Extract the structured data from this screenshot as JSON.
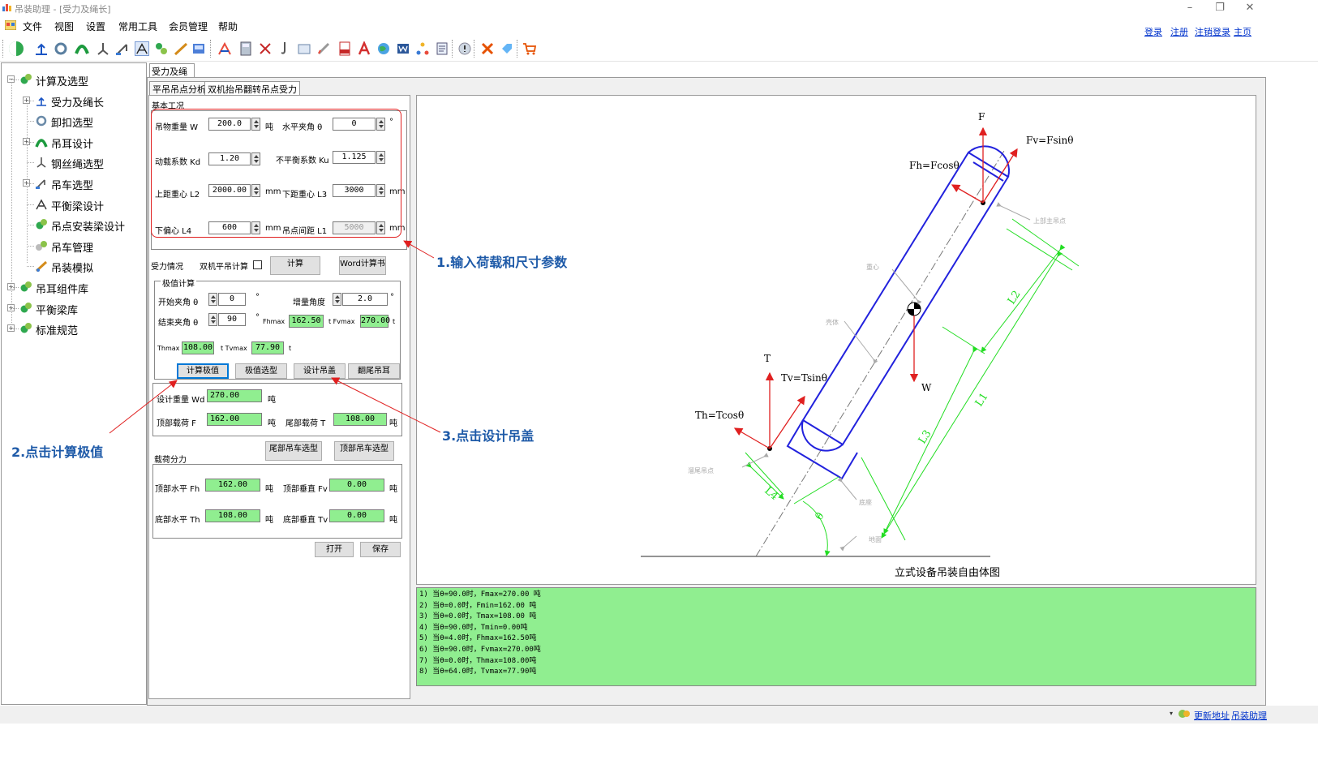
{
  "window": {
    "title": "吊装助理 - [受力及绳长]",
    "minimize": "–",
    "maximize": "❐",
    "close": "✕"
  },
  "menu": [
    "文件",
    "视图",
    "设置",
    "常用工具",
    "会员管理",
    "帮助"
  ],
  "toplinks": [
    "登录",
    "注册",
    "注销登录",
    "主页"
  ],
  "tree": {
    "items": [
      {
        "label": "计算及选型",
        "level": 0,
        "expander": "−",
        "icon": "puzzle-icon"
      },
      {
        "label": "受力及绳长",
        "level": 1,
        "expander": "+",
        "icon": "force-icon"
      },
      {
        "label": "卸扣选型",
        "level": 1,
        "expander": "",
        "icon": "shackle-icon"
      },
      {
        "label": "吊耳设计",
        "level": 1,
        "expander": "+",
        "icon": "lug-icon"
      },
      {
        "label": "钢丝绳选型",
        "level": 1,
        "expander": "",
        "icon": "rope-icon"
      },
      {
        "label": "吊车选型",
        "level": 1,
        "expander": "+",
        "icon": "crane-icon"
      },
      {
        "label": "平衡梁设计",
        "level": 1,
        "expander": "",
        "icon": "beam-icon"
      },
      {
        "label": "吊点安装梁设计",
        "level": 1,
        "expander": "",
        "icon": "puzzle-icon"
      },
      {
        "label": "吊车管理",
        "level": 1,
        "expander": "",
        "icon": "crane-manage-icon"
      },
      {
        "label": "吊装模拟",
        "level": 1,
        "expander": "",
        "icon": "simulate-icon"
      },
      {
        "label": "吊耳组件库",
        "level": 0,
        "expander": "+",
        "icon": "puzzle-icon"
      },
      {
        "label": "平衡梁库",
        "level": 0,
        "expander": "+",
        "icon": "puzzle-icon"
      },
      {
        "label": "标准规范",
        "level": 0,
        "expander": "+",
        "icon": "puzzle-icon"
      }
    ]
  },
  "tabs": {
    "top": "受力及绳长",
    "sub": [
      "平吊吊点分析",
      "双机抬吊翻转吊点受力"
    ]
  },
  "basic": {
    "group": "基本工况",
    "weight_label": "吊物重量 W",
    "weight": "200.0",
    "weight_unit": "吨",
    "angle_label": "水平夹角 θ",
    "angle": "0",
    "angle_unit": "°",
    "kd_label": "动载系数 Kd",
    "kd": "1.20",
    "ku_label": "不平衡系数 Ku",
    "ku": "1.125",
    "l2_label": "上距重心 L2",
    "l2": "2000.00",
    "l2_unit": "mm",
    "l3_label": "下距重心 L3",
    "l3": "3000",
    "l3_unit": "mm",
    "l4_label": "下偏心 L4",
    "l4": "600",
    "l4_unit": "mm",
    "l1_label": "吊点间距 L1",
    "l1": "5000",
    "l1_unit": "mm"
  },
  "force": {
    "label": "受力情况",
    "dual_label": "双机平吊计算",
    "calc_btn": "计算",
    "word_btn": "Word计算书"
  },
  "extreme": {
    "group": "极值计算",
    "start_label": "开始夹角 θ",
    "start": "0",
    "start_unit": "°",
    "inc_label": "增量角度",
    "inc": "2.0",
    "inc_unit": "°",
    "end_label": "结束夹角 θ",
    "end": "90",
    "end_unit": "°",
    "fhmax_label": "Fhmax",
    "fhmax": "162.50",
    "fvmax_label": "t Fvmax",
    "fvmax": "270.00",
    "fv_unit": "t",
    "thmax_label": "Thmax",
    "thmax": "108.00",
    "tvmax_label": "t Tvmax",
    "tvmax": "77.90",
    "tv_unit": "t",
    "btn_calc": "计算极值",
    "btn_select": "极值选型",
    "btn_design": "设计吊盖",
    "btn_tail": "翻尾吊耳"
  },
  "result": {
    "wd_label": "设计重量 Wd",
    "wd": "270.00",
    "wd_unit": "吨",
    "f_label": "顶部载荷 F",
    "f": "162.00",
    "f_unit": "吨",
    "t_label": "尾部载荷 T",
    "t": "108.00",
    "t_unit": "吨",
    "btn_tail_crane": "尾部吊车选型",
    "btn_top_crane": "顶部吊车选型"
  },
  "split": {
    "group": "载荷分力",
    "fh_label": "顶部水平 Fh",
    "fh": "162.00",
    "fh_unit": "吨",
    "fv_label": "顶部垂直 Fv",
    "fv": "0.00",
    "fv_unit": "吨",
    "th_label": "底部水平 Th",
    "th": "108.00",
    "th_unit": "吨",
    "tv_label": "底部垂直 Tv",
    "tv": "0.00",
    "tv_unit": "吨"
  },
  "buttons": {
    "open": "打开",
    "save": "保存"
  },
  "diagram": {
    "caption": "立式设备吊装自由体图",
    "F": "F",
    "Fv": "Fv=Fsinθ",
    "Fh": "Fh=Fcosθ",
    "T": "T",
    "Tv": "Tv=Tsinθ",
    "Th": "Th=Tcosθ",
    "W": "W",
    "L1": "L1",
    "L2": "L2",
    "L3": "L3",
    "L4": "L4",
    "theta": "θ",
    "top_point": "上部主吊点",
    "cg": "重心",
    "body": "壳体",
    "tail_point": "溜尾吊点",
    "base": "底座",
    "ground": "地面"
  },
  "log": [
    "1) 当θ=90.0时，Fmax=270.00 吨",
    "2) 当θ=0.0时，Fmin=162.00 吨",
    "3) 当θ=0.0时，Tmax=108.00 吨",
    "4) 当θ=90.0时，Tmin=0.00吨",
    "5) 当θ=4.0时，Fhmax=162.50吨",
    "6) 当θ=90.0时，Fvmax=270.00吨",
    "7) 当θ=0.0时，Thmax=108.00吨",
    "8) 当θ=64.0时，Tvmax=77.90吨"
  ],
  "status": {
    "update": "更新地址",
    "app": "吊装助理"
  },
  "annotations": {
    "a1": "1.输入荷载和尺寸参数",
    "a2": "2.点击计算极值",
    "a3": "3.点击设计吊盖"
  },
  "colors": {
    "accent": "#0078d7",
    "field_green": "#90ee90",
    "annotation": "#1e5aa8",
    "marker": "#e02020",
    "vessel": "#2222dd"
  }
}
